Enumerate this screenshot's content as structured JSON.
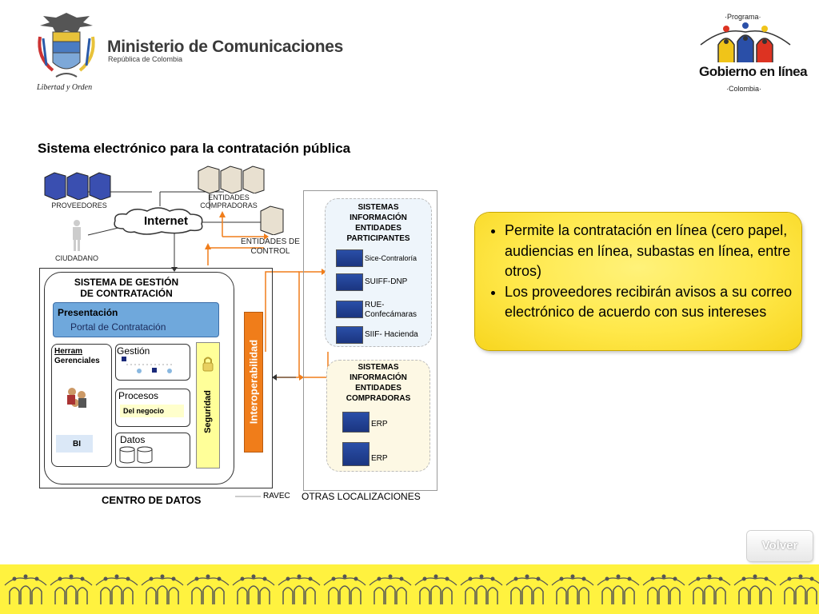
{
  "header": {
    "ministry_title": "Ministerio de Comunicaciones",
    "ministry_subtitle": "República de Colombia",
    "motto": "Libertad y Orden",
    "gel_programa": "·Programa·",
    "gel_title": "Gobierno en línea",
    "gel_colombia": "·Colombia·"
  },
  "slide_title": "Sistema electrónico para la contratación pública",
  "diagram": {
    "proveedores": "PROVEEDORES",
    "entidades_compradoras": "ENTIDADES COMPRADORAS",
    "internet": "Internet",
    "ciudadano": "CIUDADANO",
    "entidades_control": "ENTIDADES DE CONTROL",
    "sistema_gestion": "SISTEMA DE GESTIÓN DE CONTRATACIÓN",
    "presentacion": "Presentación",
    "portal": "Portal de Contratación",
    "herram": "Herram",
    "gerenciales": "Gerenciales",
    "bi": "BI",
    "gestion": "Gestión",
    "procesos": "Procesos",
    "del_negocio": "Del negocio",
    "datos": "Datos",
    "seguridad": "Seguridad",
    "interoperabilidad": "Interoperabilidad",
    "participantes_title": "SISTEMAS INFORMACIÓN ENTIDADES PARTICIPANTES",
    "participantes": [
      "Sice-Contraloría",
      "SUIFF-DNP",
      "RUE-Confecámaras",
      "SIIF- Hacienda"
    ],
    "compradoras_title": "SISTEMAS INFORMACIÓN ENTIDADES COMPRADORAS",
    "compradoras": [
      "ERP",
      "ERP"
    ],
    "centro_datos": "CENTRO DE DATOS",
    "ravec": "RAVEC",
    "otras_localizaciones": "OTRAS LOCALIZACIONES"
  },
  "callout": {
    "bullets": [
      "Permite la contratación en línea (cero papel, audiencias en línea, subastas en línea, entre otros)",
      "Los proveedores recibirán avisos a su correo electrónico de acuerdo con sus intereses"
    ]
  },
  "volver_label": "Volver",
  "colors": {
    "orange": "#f07d1a",
    "yellow_band": "#fff23f",
    "presentacion_blue": "#6fa8dc",
    "seguridad_yellow": "#ffff99",
    "callout_yellow": "#ffe84a"
  }
}
